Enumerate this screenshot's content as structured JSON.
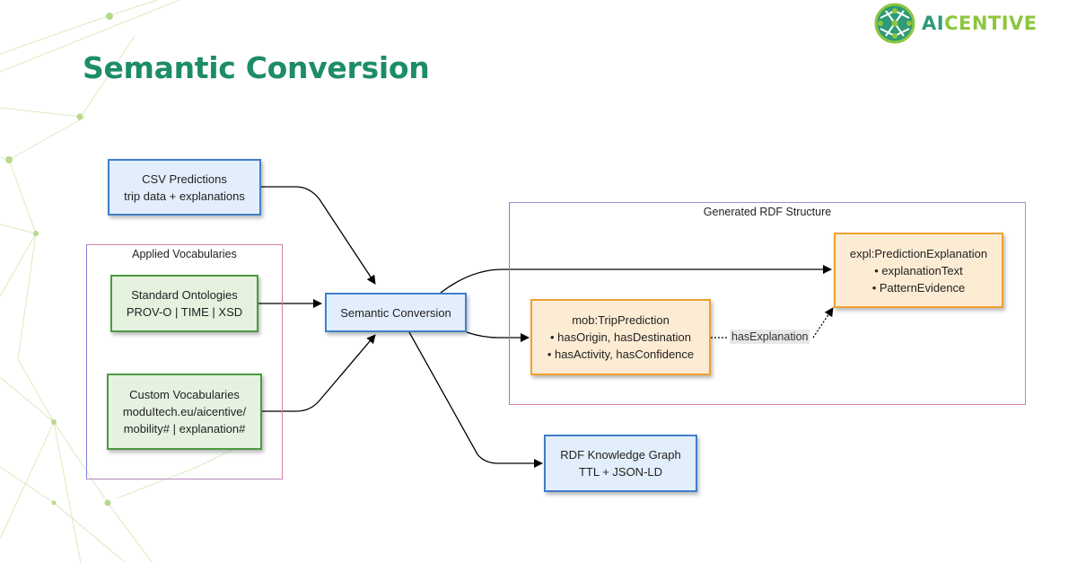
{
  "brand": {
    "logo_text_a": "AI",
    "logo_text_b": "CENTIVE",
    "logo_icon": "network-globe-icon"
  },
  "slide": {
    "title": "Semantic Conversion"
  },
  "diagram": {
    "csv": {
      "line1": "CSV Predictions",
      "line2": "trip data + explanations"
    },
    "vocab_group": {
      "label": "Applied Vocabularies"
    },
    "standard": {
      "line1": "Standard Ontologies",
      "line2": "PROV-O | TIME | XSD"
    },
    "custom": {
      "line1": "Custom Vocabularies",
      "line2": "moduItech.eu/aicentive/",
      "line3": "mobility# | explanation#"
    },
    "conversion": {
      "label": "Semantic Conversion"
    },
    "rdf_group": {
      "label": "Generated RDF Structure"
    },
    "trip": {
      "line1": "mob:TripPrediction",
      "line2": "• hasOrigin, hasDestination",
      "line3": "• hasActivity, hasConfidence"
    },
    "explanation": {
      "line1": "expl:PredictionExplanation",
      "line2": "• explanationText",
      "line3": "• PatternEvidence"
    },
    "edge_label": "hasExplanation",
    "kg": {
      "line1": "RDF Knowledge Graph",
      "line2": "TTL + JSON-LD"
    }
  },
  "colors": {
    "title": "#1d8c69",
    "blue_fill": "#e3eefc",
    "blue_border": "#3f7fca",
    "green_fill": "#e5f2e0",
    "green_border": "#4b9a3f",
    "orange_fill": "#fdecd4",
    "orange_border": "#f0a030"
  }
}
